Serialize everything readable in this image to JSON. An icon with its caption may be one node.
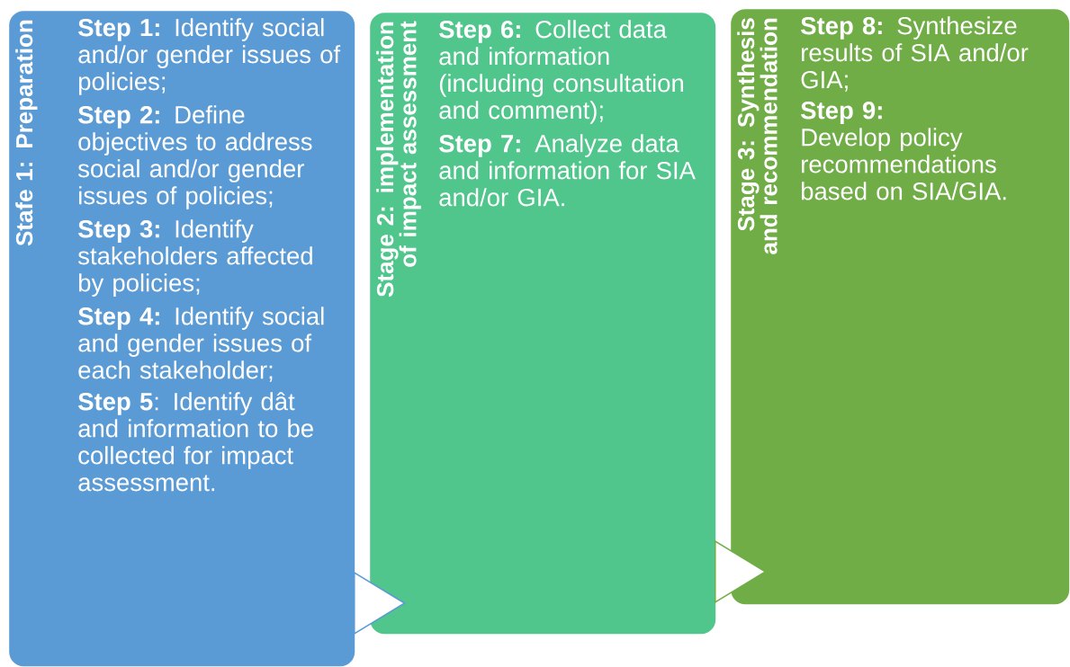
{
  "diagram": {
    "nodes": [
      {
        "text": [
          "Stafe 1: Preparation",
          "**Step 1:** Identify social and/or gender issues of policies;",
          "**Step 2:** Define objectives to address social and/or gender issues of policies;",
          "**Step 3:** Identify stakeholders affected by policies;",
          "**Step 4:** Identify social and gender issues of each stakeholder;",
          "**Step 5**: Identify dât and information to be collected for impact assessment."
        ]
      },
      {
        "text": [
          "Stage 2: implementation of impact assessment",
          "**Step 6:** Collect data and information (including consultation and comment);",
          "**Step 7:** Analyze data and information for SIA and/or GIA."
        ]
      },
      {
        "text": [
          "Stage 3: Synthesis and recommendation",
          "**Step 8:** Synthesize results of SIA and/or GIA;",
          "**Step 9:** Develop policy recommendations based on SIA/GIA."
        ]
      }
    ],
    "edges": [
      {
        "from": 0,
        "to": 1,
        "arrow": "to",
        "color": "#5b9bd5"
      },
      {
        "from": 1,
        "to": 2,
        "arrow": "to",
        "color": "#70ad47"
      }
    ]
  }
}
